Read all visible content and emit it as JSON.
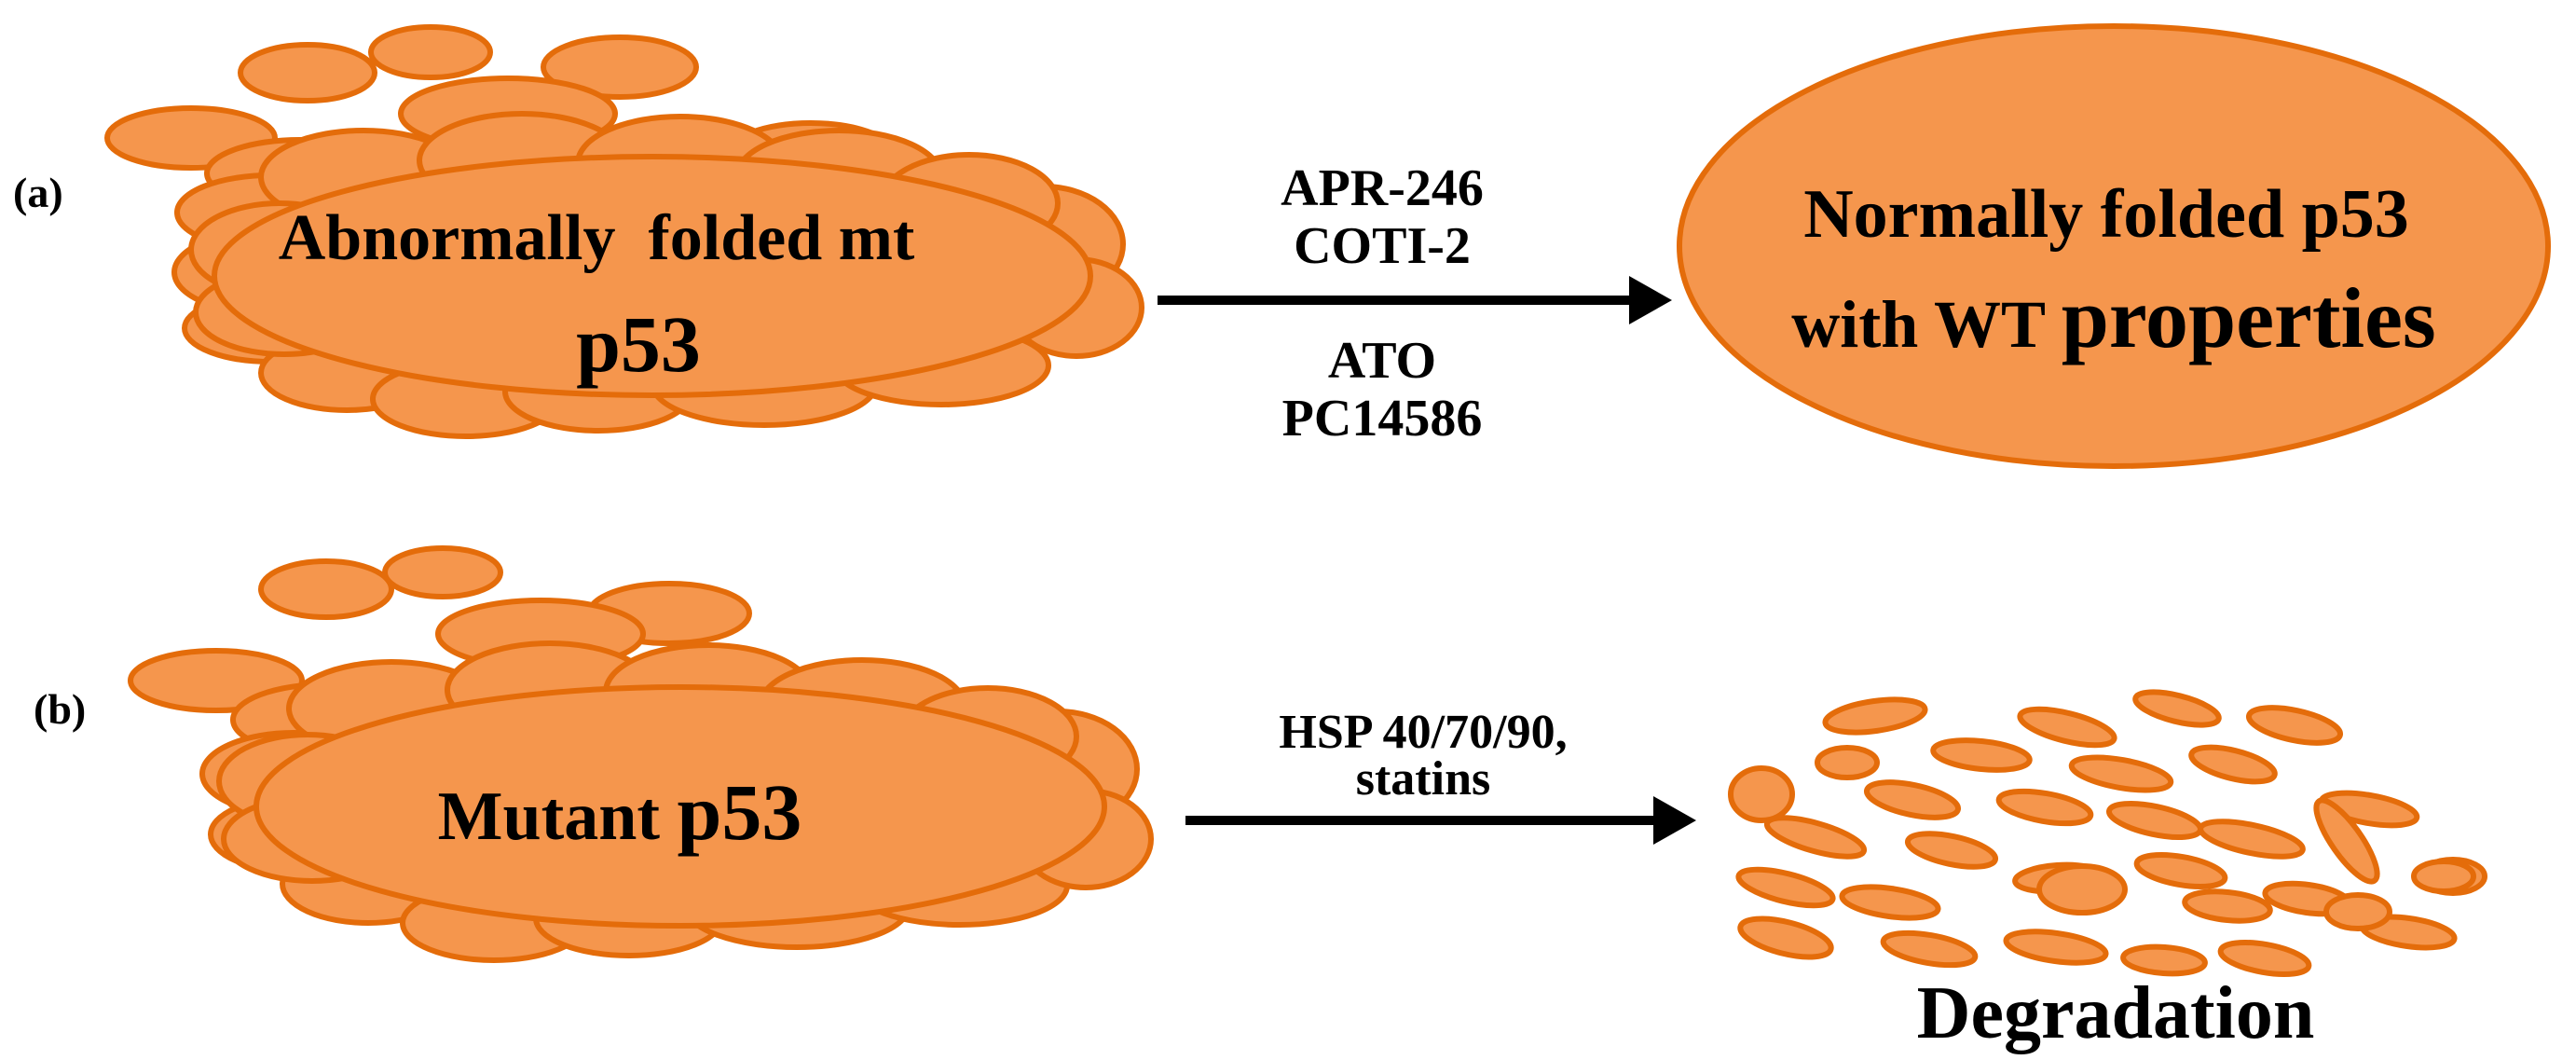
{
  "panel_a": {
    "tag": "(a)",
    "source_line1": "Abnormally  folded mt",
    "source_line2": "p53",
    "drug_1": "APR-246",
    "drug_2": "COTI-2",
    "drug_3": "ATO",
    "drug_4": "PC14586",
    "target_line1": "Normally folded p53",
    "target_line2_prefix": "with WT ",
    "target_line2_emph": "properties"
  },
  "panel_b": {
    "tag": "(b)",
    "source_prefix": "Mutant ",
    "source_emph": "p53",
    "agent_1": "HSP 40/70/90,",
    "agent_2": "statins",
    "result": "Degradation"
  },
  "colors": {
    "fill": "#F5964D",
    "stroke": "#E46C0A",
    "arrow": "#000000"
  }
}
